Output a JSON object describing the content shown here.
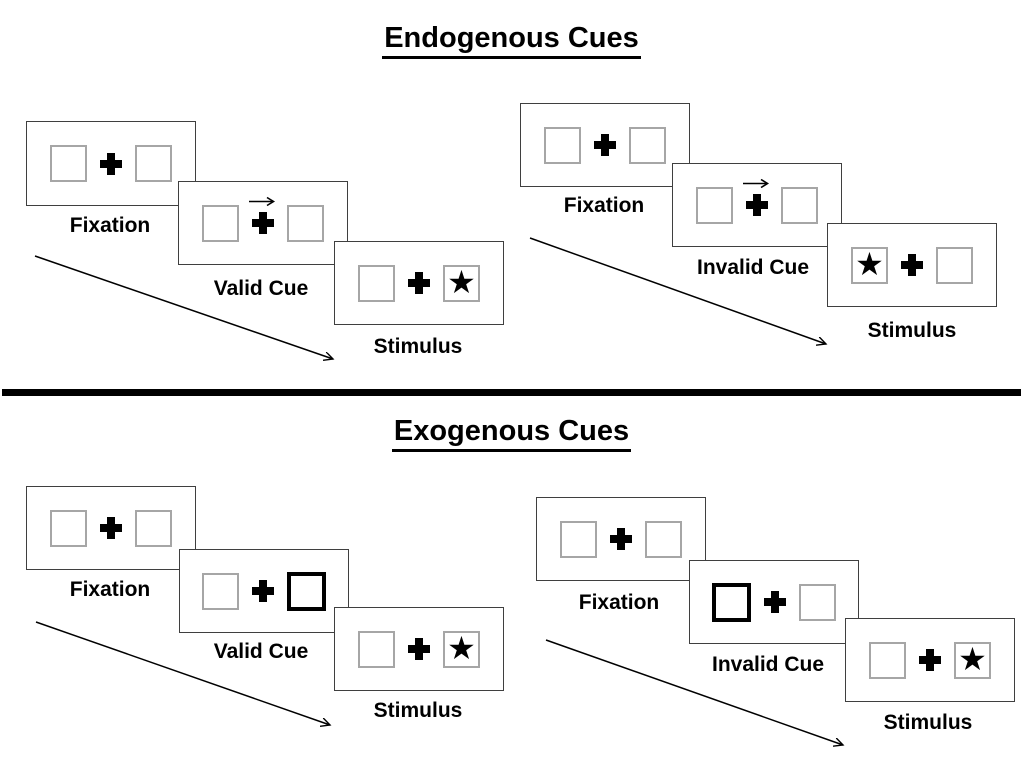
{
  "sections": [
    {
      "title": "Endogenous Cues",
      "panels": [
        {
          "name": "valid",
          "screens": [
            {
              "label": "Fixation",
              "cue": "none",
              "stimulus": "none"
            },
            {
              "label": "Valid Cue",
              "cue": "arrow-right-above-fixation-cross",
              "stimulus": "none"
            },
            {
              "label": "Stimulus",
              "cue": "none",
              "stimulus": "star-right"
            }
          ]
        },
        {
          "name": "invalid",
          "screens": [
            {
              "label": "Fixation",
              "cue": "none",
              "stimulus": "none"
            },
            {
              "label": "Invalid Cue",
              "cue": "arrow-right-above-fixation-cross",
              "stimulus": "none"
            },
            {
              "label": "Stimulus",
              "cue": "none",
              "stimulus": "star-left"
            }
          ]
        }
      ]
    },
    {
      "title": "Exogenous Cues",
      "panels": [
        {
          "name": "valid",
          "screens": [
            {
              "label": "Fixation",
              "cue": "none",
              "stimulus": "none"
            },
            {
              "label": "Valid Cue",
              "cue": "thick-box-right",
              "stimulus": "none"
            },
            {
              "label": "Stimulus",
              "cue": "none",
              "stimulus": "star-right"
            }
          ]
        },
        {
          "name": "invalid",
          "screens": [
            {
              "label": "Fixation",
              "cue": "none",
              "stimulus": "none"
            },
            {
              "label": "Invalid Cue",
              "cue": "thick-box-left",
              "stimulus": "none"
            },
            {
              "label": "Stimulus",
              "cue": "none",
              "stimulus": "star-right"
            }
          ]
        }
      ]
    }
  ],
  "symbols": {
    "star": "★"
  },
  "colors": {
    "background": "#ffffff",
    "ink": "#000000",
    "screen_border": "#3f3f3f",
    "box_border": "#a6a6a6",
    "cue_box_border": "#000000"
  }
}
